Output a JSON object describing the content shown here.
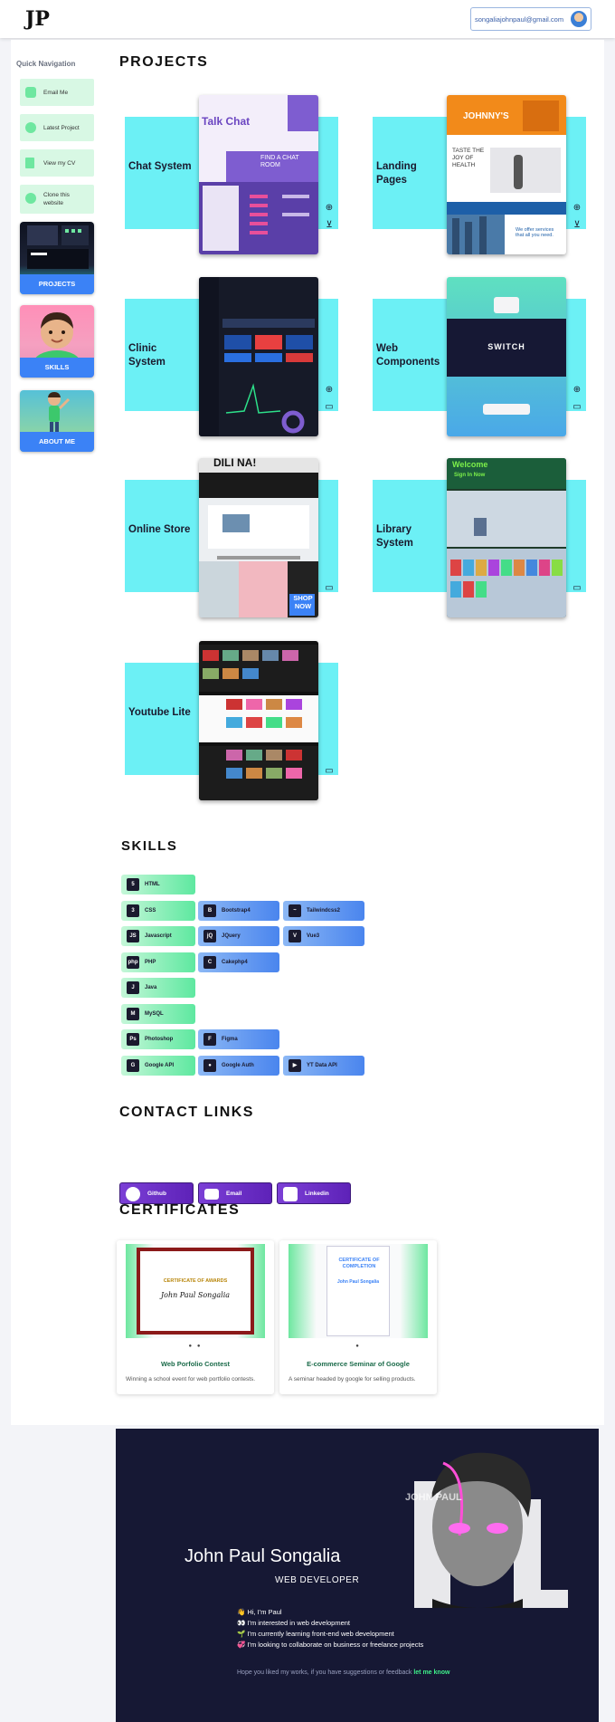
{
  "header": {
    "logo": "JP",
    "email": "songaliajohnpaul@gmail.com"
  },
  "sidebar": {
    "title": "Quick Navigation",
    "items": [
      {
        "label": "Email Me",
        "icon": "mail-icon"
      },
      {
        "label": "Latest Project",
        "icon": "globe-icon"
      },
      {
        "label": "View my CV",
        "icon": "document-icon"
      },
      {
        "label": "Clone this website",
        "icon": "github-icon"
      }
    ],
    "cards": [
      {
        "label": "PROJECTS"
      },
      {
        "label": "SKILLS"
      },
      {
        "label": "ABOUT ME"
      }
    ]
  },
  "projects": {
    "title": "PROJECTS",
    "items": [
      {
        "name": "Chat System"
      },
      {
        "name": "Landing Pages"
      },
      {
        "name": "Clinic System"
      },
      {
        "name": "Web Components"
      },
      {
        "name": "Online Store"
      },
      {
        "name": "Library System"
      },
      {
        "name": "Youtube Lite"
      }
    ],
    "shot_text": {
      "chat_title": "Talk Chat",
      "chat_sub": "FIND A CHAT ROOM",
      "landing_brand": "JOHNNY'S",
      "landing_taste": "TASTE THE JOY OF HEALTH",
      "landing_offer": "We offer services that all you need.",
      "switch": "SWITCH",
      "store_banner": "DILI NA!",
      "store_shop": "SHOP NOW",
      "library_welcome": "Welcome",
      "library_signin": "Sign In Now"
    }
  },
  "skills": {
    "title": "SKILLS",
    "rows": [
      [
        {
          "label": "HTML",
          "icon": "html5-icon",
          "glyph": "5"
        }
      ],
      [
        {
          "label": "CSS",
          "icon": "css3-icon",
          "glyph": "3"
        },
        {
          "label": "Bootstrap4",
          "icon": "bootstrap-icon",
          "glyph": "B"
        },
        {
          "label": "Tailwindcss2",
          "icon": "tailwind-icon",
          "glyph": "~"
        }
      ],
      [
        {
          "label": "Javascript",
          "icon": "javascript-icon",
          "glyph": "JS"
        },
        {
          "label": "JQuery",
          "icon": "jquery-icon",
          "glyph": "jQ"
        },
        {
          "label": "Vue3",
          "icon": "vue-icon",
          "glyph": "V"
        }
      ],
      [
        {
          "label": "PHP",
          "icon": "php-icon",
          "glyph": "php"
        },
        {
          "label": "Cakephp4",
          "icon": "cakephp-icon",
          "glyph": "C"
        }
      ],
      [
        {
          "label": "Java",
          "icon": "java-icon",
          "glyph": "J"
        }
      ],
      [
        {
          "label": "MySQL",
          "icon": "mysql-icon",
          "glyph": "M"
        }
      ],
      [
        {
          "label": "Photoshop",
          "icon": "photoshop-icon",
          "glyph": "Ps"
        },
        {
          "label": "Figma",
          "icon": "figma-icon",
          "glyph": "F"
        }
      ],
      [
        {
          "label": "Google API",
          "icon": "google-icon",
          "glyph": "G"
        },
        {
          "label": "Google Auth",
          "icon": "google-auth-icon",
          "glyph": "●"
        },
        {
          "label": "YT Data API",
          "icon": "youtube-icon",
          "glyph": "▶"
        }
      ]
    ]
  },
  "contact": {
    "title": "CONTACT LINKS",
    "links": [
      {
        "label": "Github",
        "icon": "github-icon"
      },
      {
        "label": "Email",
        "icon": "mail-icon"
      },
      {
        "label": "Linkedin",
        "icon": "linkedin-icon"
      }
    ]
  },
  "certificates": {
    "title": "CERTIFICATES",
    "items": [
      {
        "title": "Web Porfolio Contest",
        "desc": "Winning a school event for web portfolio contests.",
        "dots": "● ●"
      },
      {
        "title": "E-commerce Seminar of Google",
        "desc": "A seminar headed by google for selling products.",
        "dots": "●"
      }
    ],
    "cert1_heading": "CERTIFICATE OF AWARDS",
    "cert1_name": "John Paul Songalia",
    "cert2_heading": "CERTIFICATE OF COMPLETION",
    "cert2_name": "John Paul Songalia"
  },
  "footer": {
    "name": "John Paul Songalia",
    "role": "WEB DEVELOPER",
    "art_text": "JOHN PAUL",
    "lines": [
      "👋 Hi, I'm Paul",
      "👀 I'm interested in web development",
      "🌱 I'm currently learning front-end web development",
      "💞️ I'm looking to collaborate on business or freelance projects"
    ],
    "note_prefix": "Hope you liked my works, if you have suggestions or feedback",
    "note_link": "let me know"
  },
  "colors": {
    "accent_cyan": "#6cf0f5",
    "accent_green": "#5ee8a0",
    "accent_blue": "#3b82f6",
    "accent_purple": "#6b2fc6",
    "footer_bg": "#161834"
  }
}
